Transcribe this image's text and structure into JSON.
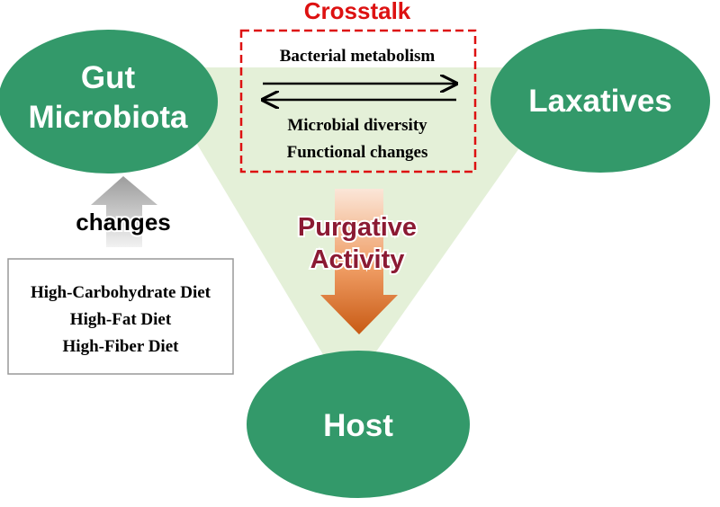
{
  "nodes": {
    "gut_microbiota": {
      "line1": "Gut",
      "line2": "Microbiota"
    },
    "laxatives": {
      "label": "Laxatives"
    },
    "host": {
      "label": "Host"
    }
  },
  "crosstalk": {
    "title": "Crosstalk",
    "top_text": "Bacterial metabolism",
    "bottom_line1": "Microbial diversity",
    "bottom_line2": "Functional changes"
  },
  "changes_label": "changes",
  "purgative": {
    "line1": "Purgative",
    "line2": "Activity"
  },
  "diets": [
    "High-Carbohydrate Diet",
    "High-Fat Diet",
    "High-Fiber Diet"
  ],
  "colors": {
    "node_green": "#33996a",
    "triangle_fill": "#e4f0d8",
    "crosstalk_red": "#dd1111",
    "purgative_text": "#8b1a33",
    "arrow_orange": "#e07a3a",
    "arrow_gray": "#aaaaaa"
  }
}
